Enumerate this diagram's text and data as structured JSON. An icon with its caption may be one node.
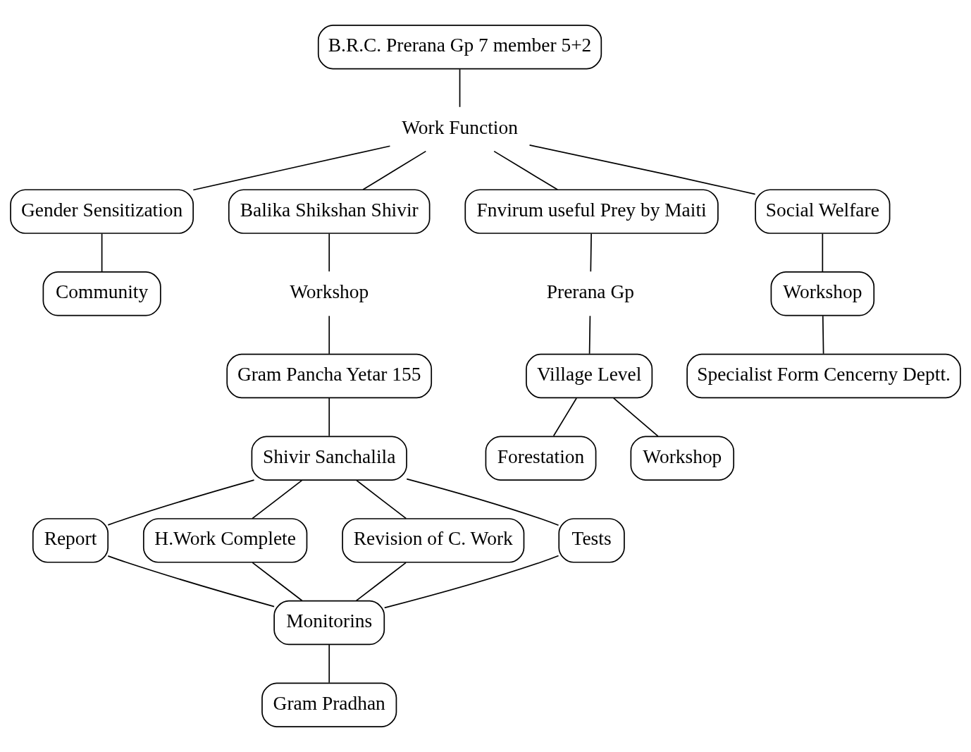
{
  "diagram": {
    "nodes": [
      {
        "text": [
          "B.R.C. Prerana Gp 7 member 5+2"
        ]
      },
      {
        "text": [
          "Work Function"
        ]
      },
      {
        "text": [
          "Gender Sensitization"
        ]
      },
      {
        "text": [
          "Balika Shikshan Shivir"
        ]
      },
      {
        "text": [
          "Fnvirum useful Prey by Maiti"
        ]
      },
      {
        "text": [
          "Social Welfare"
        ]
      },
      {
        "text": [
          "Community"
        ]
      },
      {
        "text": [
          "Workshop"
        ]
      },
      {
        "text": [
          "Prerana Gp"
        ]
      },
      {
        "text": [
          "Gram Pancha Yetar 155"
        ]
      },
      {
        "text": [
          "Village Level"
        ]
      },
      {
        "text": [
          "Workshop"
        ]
      },
      {
        "text": [
          "Forestation"
        ]
      },
      {
        "text": [
          "Workshop"
        ]
      },
      {
        "text": [
          "Specialist Form Cencerny Deptt."
        ]
      },
      {
        "text": [
          "Shivir Sanchalila"
        ]
      },
      {
        "text": [
          "Report"
        ]
      },
      {
        "text": [
          "H.Work Complete"
        ]
      },
      {
        "text": [
          "Revision of C. Work"
        ]
      },
      {
        "text": [
          "Tests"
        ]
      },
      {
        "text": [
          "Monitorins"
        ]
      },
      {
        "text": [
          "Gram Pradhan"
        ]
      }
    ],
    "edges": [
      {
        "from": 0,
        "to": 1,
        "arrow": "none"
      },
      {
        "from": 1,
        "to": 2,
        "arrow": "none"
      },
      {
        "from": 1,
        "to": 3,
        "arrow": "none"
      },
      {
        "from": 1,
        "to": 4,
        "arrow": "none"
      },
      {
        "from": 1,
        "to": 5,
        "arrow": "none"
      },
      {
        "from": 2,
        "to": 6,
        "arrow": "none"
      },
      {
        "from": 3,
        "to": 7,
        "arrow": "none"
      },
      {
        "from": 7,
        "to": 9,
        "arrow": "none"
      },
      {
        "from": 4,
        "to": 8,
        "arrow": "none"
      },
      {
        "from": 8,
        "to": 10,
        "arrow": "none"
      },
      {
        "from": 5,
        "to": 11,
        "arrow": "none"
      },
      {
        "from": 10,
        "to": 12,
        "arrow": "none"
      },
      {
        "from": 10,
        "to": 13,
        "arrow": "none"
      },
      {
        "from": 11,
        "to": 14,
        "arrow": "none"
      },
      {
        "from": 9,
        "to": 15,
        "arrow": "none"
      },
      {
        "from": 15,
        "to": 16,
        "arrow": "none"
      },
      {
        "from": 15,
        "to": 17,
        "arrow": "none"
      },
      {
        "from": 15,
        "to": 18,
        "arrow": "none"
      },
      {
        "from": 15,
        "to": 19,
        "arrow": "none"
      },
      {
        "from": 16,
        "to": 20,
        "arrow": "none"
      },
      {
        "from": 17,
        "to": 20,
        "arrow": "none"
      },
      {
        "from": 18,
        "to": 20,
        "arrow": "none"
      },
      {
        "from": 19,
        "to": 20,
        "arrow": "none"
      },
      {
        "from": 20,
        "to": 21,
        "arrow": "none"
      }
    ]
  }
}
